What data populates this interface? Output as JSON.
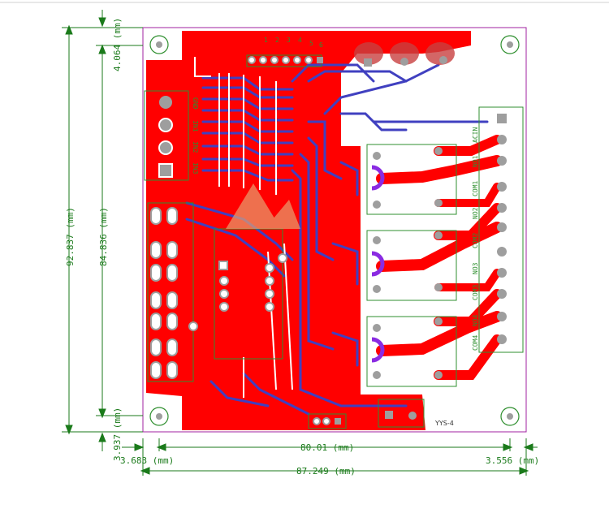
{
  "colors": {
    "copper_top": "#ff0000",
    "trace_bottom": "#4040c0",
    "silkscreen": "#2f8f2f",
    "dimension": "#1a7a1a",
    "pad": "#9e9e9e",
    "outline": "#a020a0",
    "purple_pad": "#8a2be2",
    "logo": "#e8a070"
  },
  "dimensions": {
    "top_margin": "4.064 (mm)",
    "overall_height": "92.837 (mm)",
    "inner_height": "84.836 (mm)",
    "bottom_margin": "3.937 (mm)",
    "left_margin": "3.683 (mm)",
    "inner_width": "80.01 (mm)",
    "right_margin": "3.556 (mm)",
    "overall_width": "87.249 (mm)"
  },
  "silkscreen": {
    "board_name": "YYS-4",
    "pin_labels_left": [
      "GND",
      "IN1",
      "IN2",
      "IN3"
    ],
    "relay_labels": [
      "ACIN",
      "NO1",
      "COM1",
      "NO2",
      "COM2",
      "NO3",
      "COM3",
      "NO4",
      "COM4"
    ],
    "header_top_numbers": [
      "1",
      "2",
      "3",
      "4",
      "5",
      "6"
    ]
  }
}
